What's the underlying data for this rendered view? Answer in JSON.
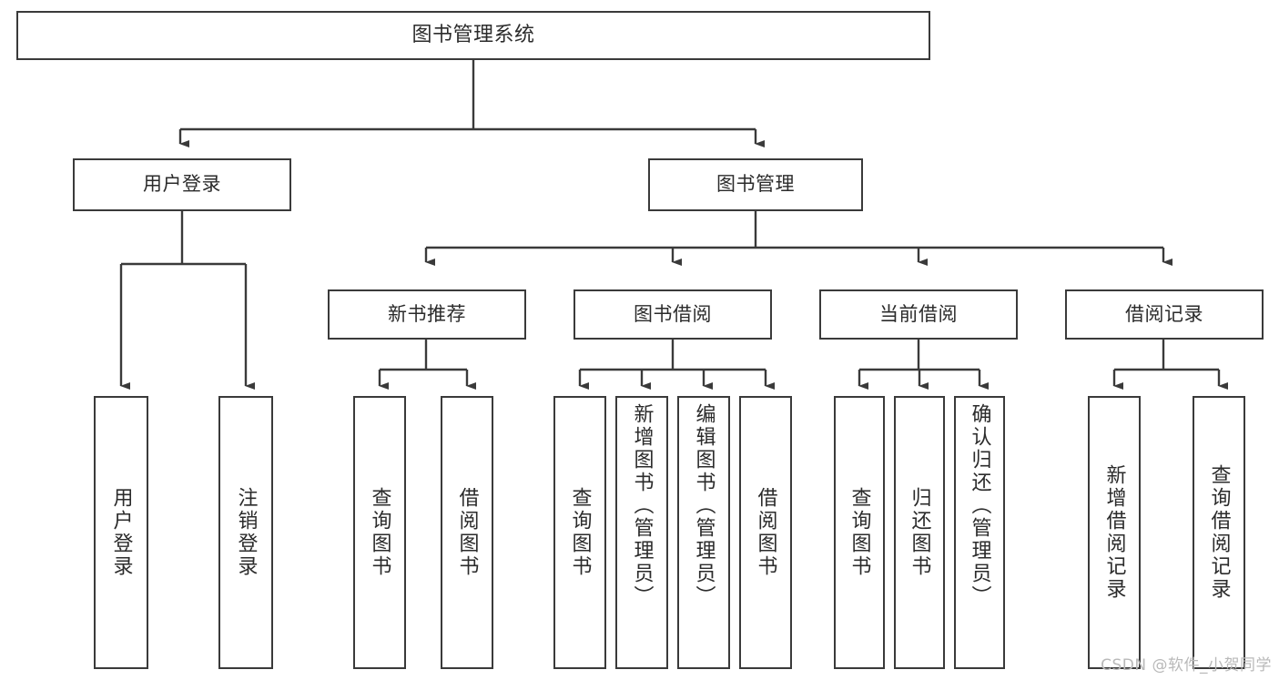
{
  "diagram": {
    "title": "图书管理系统",
    "type": "tree",
    "watermark": "CSDN @软件_小贺同学",
    "colors": {
      "stroke": "#3a3a3a",
      "text": "#2b2b2b",
      "background": "#ffffff",
      "watermark": "#b9b9b9"
    },
    "nodes": {
      "root": {
        "label": "图书管理系统"
      },
      "level2": [
        {
          "label": "用户登录"
        },
        {
          "label": "图书管理"
        }
      ],
      "level3": [
        {
          "label": "新书推荐"
        },
        {
          "label": "图书借阅"
        },
        {
          "label": "当前借阅"
        },
        {
          "label": "借阅记录"
        }
      ],
      "leaves": {
        "user_login": [
          {
            "label": "用户登录"
          },
          {
            "label": "注销登录"
          }
        ],
        "new_book_recommend": [
          {
            "label": "查询图书"
          },
          {
            "label": "借阅图书"
          }
        ],
        "book_borrow": [
          {
            "label": "查询图书"
          },
          {
            "label": "新增图书（管理员）"
          },
          {
            "label": "编辑图书（管理员）"
          },
          {
            "label": "借阅图书"
          }
        ],
        "current_borrow": [
          {
            "label": "查询图书"
          },
          {
            "label": "归还图书"
          },
          {
            "label": "确认归还（管理员）"
          }
        ],
        "borrow_records": [
          {
            "label": "新增借阅记录"
          },
          {
            "label": "查询借阅记录"
          }
        ]
      }
    }
  }
}
